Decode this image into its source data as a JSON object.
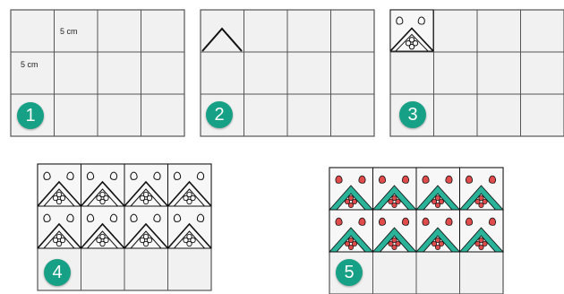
{
  "dimension_labels": {
    "top": "5 cm",
    "left": "5 cm"
  },
  "steps": [
    {
      "number": "1"
    },
    {
      "number": "2"
    },
    {
      "number": "3"
    },
    {
      "number": "4"
    },
    {
      "number": "5"
    }
  ],
  "colors": {
    "badge": "#16a085",
    "tile_fill": "#f1f1f1",
    "grid_line": "#555555",
    "motif_line": "#111111",
    "accent_green": "#2bb39a",
    "accent_red": "#e04b4b"
  }
}
